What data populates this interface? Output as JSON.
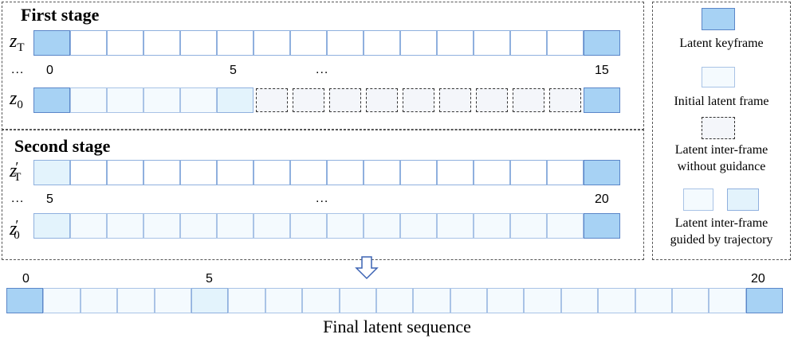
{
  "first_stage": {
    "title": "First stage",
    "row_top_label": {
      "var": "z",
      "sub": "T"
    },
    "row_bottom_label": {
      "var": "z",
      "sub": "0"
    },
    "ellipsis_left": "...",
    "ellipsis_mid": "...",
    "index_labels": {
      "start": "0",
      "mid": "5",
      "end": "15"
    },
    "top_cells": [
      "key",
      "plain",
      "plain",
      "plain",
      "plain",
      "plain",
      "plain",
      "plain",
      "plain",
      "plain",
      "plain",
      "plain",
      "plain",
      "plain",
      "plain",
      "key"
    ],
    "bottom_cells": [
      "key",
      "guided_light",
      "guided_light",
      "guided_light",
      "guided_light",
      "guided",
      "noguide",
      "noguide",
      "noguide",
      "noguide",
      "noguide",
      "noguide",
      "noguide",
      "noguide",
      "noguide",
      "key"
    ]
  },
  "second_stage": {
    "title": "Second stage",
    "row_top_label": {
      "var": "z",
      "sub": "T",
      "prime": "′"
    },
    "row_bottom_label": {
      "var": "z",
      "sub": "0",
      "prime": "′"
    },
    "ellipsis_left": "...",
    "ellipsis_mid": "...",
    "index_labels": {
      "start": "5",
      "end": "20"
    },
    "top_cells": [
      "guided",
      "plain",
      "plain",
      "plain",
      "plain",
      "plain",
      "plain",
      "plain",
      "plain",
      "plain",
      "plain",
      "plain",
      "plain",
      "plain",
      "plain",
      "key"
    ],
    "bottom_cells": [
      "guided",
      "guided_light",
      "guided_light",
      "guided_light",
      "guided_light",
      "guided_light",
      "guided_light",
      "guided_light",
      "guided_light",
      "guided_light",
      "guided_light",
      "guided_light",
      "guided_light",
      "guided_light",
      "guided_light",
      "key"
    ]
  },
  "legend": {
    "keyframe": "Latent keyframe",
    "initial": "Initial latent frame",
    "noguide_line1": "Latent inter-frame",
    "noguide_line2": "without guidance",
    "guided_line1": "Latent inter-frame",
    "guided_line2": "guided by trajectory"
  },
  "final": {
    "label": "Final latent sequence",
    "index_labels": {
      "start": "0",
      "mid": "5",
      "end": "20"
    },
    "cells": [
      "key",
      "guided_light",
      "guided_light",
      "guided_light",
      "guided_light",
      "guided",
      "guided_light",
      "guided_light",
      "guided_light",
      "guided_light",
      "guided_light",
      "guided_light",
      "guided_light",
      "guided_light",
      "guided_light",
      "guided_light",
      "guided_light",
      "guided_light",
      "guided_light",
      "guided_light",
      "key"
    ]
  },
  "colors": {
    "keyframe": "#a7d2f4",
    "guided": "#e3f3fc",
    "initial": "#f4fafe",
    "border": "#8fb0de",
    "arrow": "#3c63b4"
  }
}
